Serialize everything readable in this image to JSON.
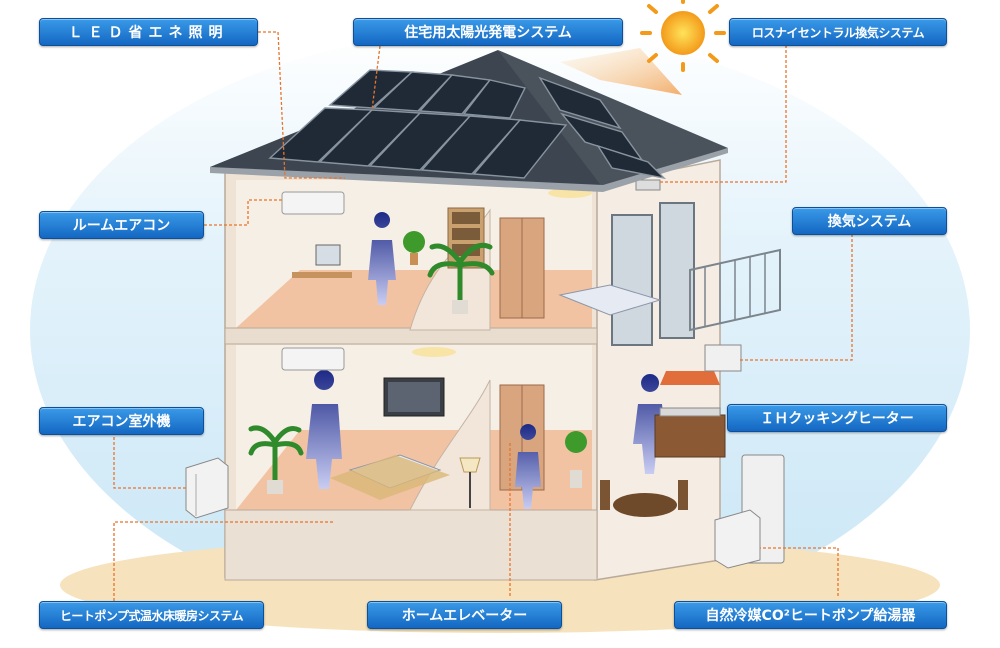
{
  "labels": {
    "led": "ＬＥＤ省エネ照明",
    "solar": "住宅用太陽光発電システム",
    "lossnay": "ロスナイセントラル換気システム",
    "room_ac": "ルームエアコン",
    "ventilation": "換気システム",
    "ac_outdoor": "エアコン室外機",
    "ih": "ＩＨクッキングヒーター",
    "floor_heating": "ヒートポンプ式温水床暖房システム",
    "elevator": "ホームエレベーター",
    "ecocute": "自然冷媒CO²ヒートポンプ給湯器"
  },
  "colors": {
    "label_top": "#3a9ae8",
    "label_bottom": "#1467c2",
    "leader_line": "#e8742c",
    "sky": "#d6ecf8",
    "roof": "#3d4650",
    "wall": "#f3eadf",
    "floor": "#f2c3a3"
  }
}
